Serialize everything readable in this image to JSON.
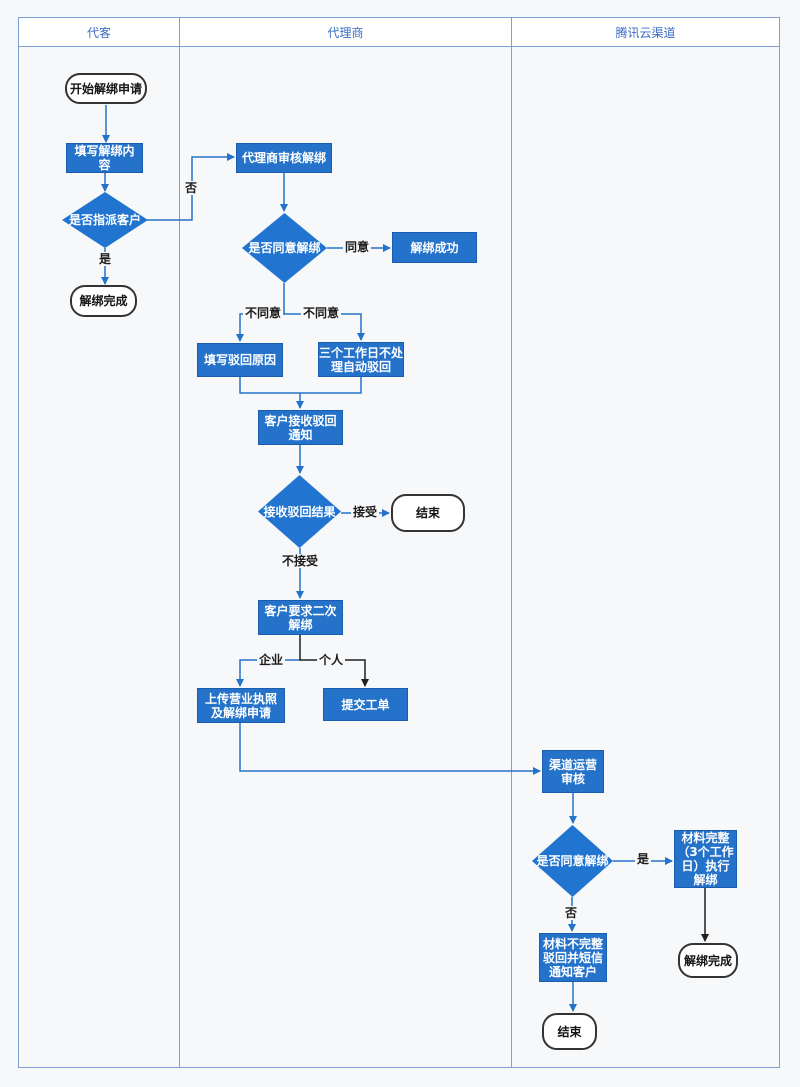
{
  "diagram": {
    "lanes": [
      {
        "id": "lane-customer",
        "label": "代客"
      },
      {
        "id": "lane-agent",
        "label": "代理商"
      },
      {
        "id": "lane-tencent-channel",
        "label": "腾讯云渠道"
      }
    ],
    "nodes": {
      "start": "开始解绑申请",
      "fill_content": "填写解绑内\n容",
      "assign_decision": "是否指派客户",
      "unbind_done_1": "解绑完成",
      "agent_review": "代理商审核解绑",
      "agree_decision_agent": "是否同意解绑",
      "unbind_success": "解绑成功",
      "fill_reject_reason": "填写驳回原因",
      "auto_reject": "三个工作日不处\n理自动驳回",
      "receive_notice": "客户接收驳回\n通知",
      "receive_result_decision": "接收驳回结果",
      "end_1": "结束",
      "second_unbind": "客户要求二次\n解绑",
      "upload_license": "上传营业执照\n及解绑申请",
      "submit_ticket": "提交工单",
      "channel_review": "渠道运营\n审核",
      "agree_decision_channel": "是否同意解绑",
      "material_complete": "材料完整\n（3个工作\n日）执行\n解绑",
      "material_incomplete": "材料不完整\n驳回并短信\n通知客户",
      "end_2": "结束",
      "unbind_done_2": "解绑完成"
    },
    "edge_labels": {
      "no_assign": "否",
      "yes_assign": "是",
      "agree": "同意",
      "disagree_left": "不同意",
      "disagree_right": "不同意",
      "accept": "接受",
      "not_accept": "不接受",
      "enterprise": "企业",
      "personal": "个人",
      "yes_channel": "是",
      "no_channel": "否"
    },
    "colors": {
      "node_fill": "#2472c9",
      "node_border": "#1a5cae",
      "lane_border": "#7d9fd4",
      "lane_header_text": "#3b6cc5",
      "edge_blue": "#2472c9",
      "edge_black": "#1f1f1f",
      "canvas_bg": "#f7f8fa"
    }
  }
}
